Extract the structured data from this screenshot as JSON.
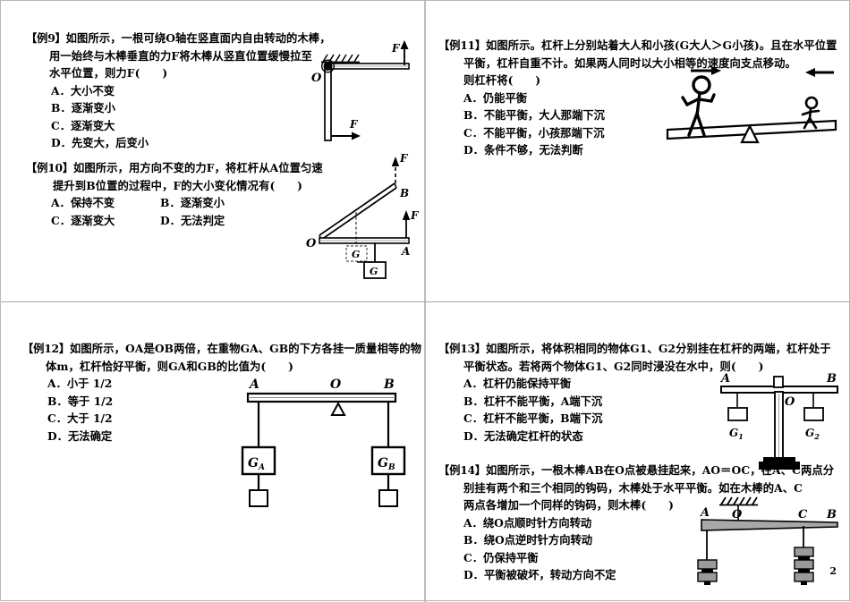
{
  "document": {
    "page_number": "2",
    "type": "physics-worksheet-lever-problems"
  },
  "problems": [
    {
      "id": "ex9",
      "tag": "【例9】",
      "stem_lines": [
        "如图所示，一根可绕O轴在竖直面内自由转动的木棒，",
        "用一始终与木棒垂直的力F将木棒从竖直位置缓慢拉至",
        "水平位置，则力F(　　)"
      ],
      "options": [
        {
          "label": "A．",
          "text": "大小不变"
        },
        {
          "label": "B．",
          "text": "逐渐变小"
        },
        {
          "label": "C．",
          "text": "逐渐变大"
        },
        {
          "label": "D．",
          "text": "先变大，后变小"
        }
      ],
      "figure": {
        "name": "rod-pivot-figure",
        "labels": [
          "O",
          "F",
          "F"
        ]
      }
    },
    {
      "id": "ex10",
      "tag": "【例10】",
      "stem_lines": [
        "如图所示，用方向不变的力F，将杠杆从A位置匀速",
        "提升到B位置的过程中，F的大小变化情况有(　　)"
      ],
      "options_grid": [
        [
          {
            "label": "A．",
            "text": "保持不变"
          },
          {
            "label": "B．",
            "text": "逐渐变小"
          }
        ],
        [
          {
            "label": "C．",
            "text": "逐渐变大"
          },
          {
            "label": "D．",
            "text": "无法判定"
          }
        ]
      ],
      "figure": {
        "name": "lever-lift-figure",
        "labels": [
          "O",
          "A",
          "B",
          "F",
          "F",
          "G",
          "G"
        ]
      }
    },
    {
      "id": "ex11",
      "tag": "【例11】",
      "stem_lines": [
        "如图所示。杠杆上分别站着大人和小孩(G大人＞G小孩)。且在水平位置",
        "平衡，杠杆自重不计。如果两人同时以大小相等的速度向支点移动。",
        "则杠杆将(　　)"
      ],
      "options": [
        {
          "label": "A．",
          "text": "仍能平衡"
        },
        {
          "label": "B．",
          "text": "不能平衡，大人那端下沉"
        },
        {
          "label": "C．",
          "text": "不能平衡，小孩那端下沉"
        },
        {
          "label": "D．",
          "text": "条件不够，无法判断"
        }
      ],
      "figure": {
        "name": "seesaw-adult-child-figure",
        "labels": []
      }
    },
    {
      "id": "ex12",
      "tag": "【例12】",
      "stem_lines": [
        "如图所示，OA是OB两倍，在重物GA、GB的下方各挂一质量相等的物",
        "体m，杠杆恰好平衡，则GA和GB的比值为(　　)"
      ],
      "options": [
        {
          "label": "A．",
          "text": "小于 1/2"
        },
        {
          "label": "B．",
          "text": "等于 1/2"
        },
        {
          "label": "C．",
          "text": "大于 1/2"
        },
        {
          "label": "D．",
          "text": "无法确定"
        }
      ],
      "figure": {
        "name": "balanced-lever-weights-figure",
        "labels": [
          "A",
          "O",
          "B",
          "GA",
          "GB"
        ]
      }
    },
    {
      "id": "ex13",
      "tag": "【例13】",
      "stem_lines": [
        "如图所示，将体积相同的物体G1、G2分别挂在杠杆的两端，杠杆处于",
        "平衡状态。若将两个物体G1、G2同时浸没在水中，则(　　)"
      ],
      "options": [
        {
          "label": "A．",
          "text": "杠杆仍能保持平衡"
        },
        {
          "label": "B．",
          "text": "杠杆不能平衡，A端下沉"
        },
        {
          "label": "C．",
          "text": "杠杆不能平衡，B端下沉"
        },
        {
          "label": "D．",
          "text": "无法确定杠杆的状态"
        }
      ],
      "figure": {
        "name": "lever-stand-figure",
        "labels": [
          "A",
          "B",
          "O",
          "G1",
          "G2"
        ]
      }
    },
    {
      "id": "ex14",
      "tag": "【例14】",
      "stem_lines": [
        "如图所示，一根木棒AB在O点被悬挂起来，AO＝OC，在A、C两点分",
        "别挂有两个和三个相同的钩码，木棒处于水平平衡。如在木棒的A、C",
        "两点各增加一个同样的钩码，则木棒(　　)"
      ],
      "options": [
        {
          "label": "A．",
          "text": "绕O点顺时针方向转动"
        },
        {
          "label": "B．",
          "text": "绕O点逆时针方向转动"
        },
        {
          "label": "C．",
          "text": "仍保持平衡"
        },
        {
          "label": "D．",
          "text": "平衡被破坏，转动方向不定"
        }
      ],
      "figure": {
        "name": "hanging-rod-weights-figure",
        "labels": [
          "A",
          "O",
          "C",
          "B"
        ]
      }
    }
  ]
}
